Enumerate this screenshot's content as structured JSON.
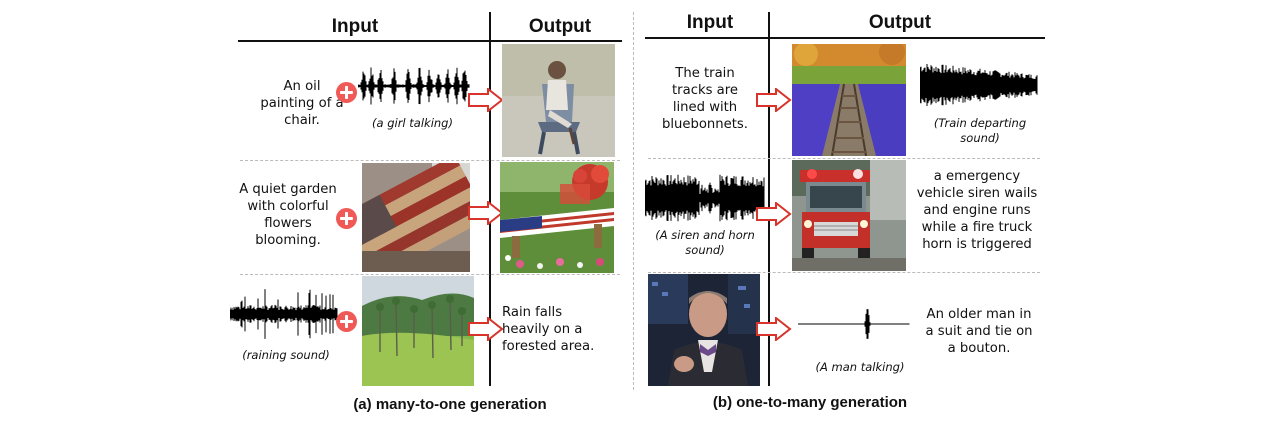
{
  "headers": {
    "left_input": "Input",
    "left_output": "Output",
    "right_input": "Input",
    "right_output": "Output"
  },
  "left": {
    "caption": "(a) many-to-one generation",
    "rows": [
      {
        "text": [
          "An oil",
          "painting of a",
          "chair."
        ],
        "audio_caption": "(a girl talking)"
      },
      {
        "text": [
          "A quiet garden",
          "with colorful",
          "flowers",
          "blooming."
        ]
      },
      {
        "audio_caption": "(raining sound)",
        "output_text": [
          "Rain falls",
          "heavily on a",
          "forested area."
        ]
      }
    ]
  },
  "right": {
    "caption": "(b) one-to-many generation",
    "rows": [
      {
        "text": [
          "The train",
          "tracks are",
          "lined with",
          "bluebonnets."
        ],
        "audio_caption": [
          "(Train departing",
          "sound)"
        ]
      },
      {
        "audio_caption": [
          "(A siren and horn",
          "sound)"
        ],
        "output_text": [
          "a emergency",
          "vehicle siren wails",
          "and engine runs",
          "while a fire truck",
          "horn is triggered"
        ]
      },
      {
        "audio_caption": "(A man talking)",
        "output_text": [
          "An older man in",
          "a suit and tie on",
          "a bouton."
        ]
      }
    ]
  },
  "colors": {
    "plus": "#ef5a57",
    "arrow": "#d9342b"
  },
  "icons": [
    "plus-icon",
    "arrow-right-icon",
    "waveform-icon"
  ]
}
